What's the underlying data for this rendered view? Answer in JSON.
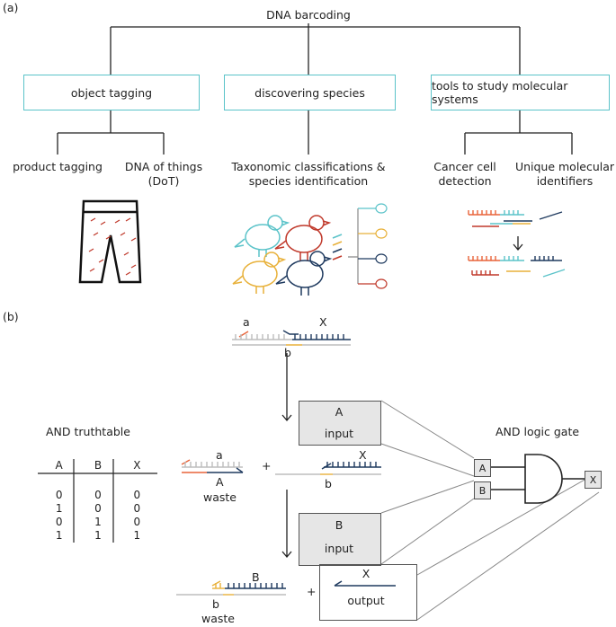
{
  "panel_a": {
    "label": "(a)",
    "root": "DNA barcoding",
    "categories": [
      "object tagging",
      "discovering species",
      "tools to study molecular systems"
    ],
    "leaves": {
      "product_tagging": "product tagging",
      "dna_of_things_1": "DNA of things",
      "dna_of_things_2": "(DoT)",
      "taxonomic_1": "Taxonomic classifications &",
      "taxonomic_2": "species identification",
      "cancer_1": "Cancer cell",
      "cancer_2": "detection",
      "umi_1": "Unique molecular",
      "umi_2": "identifiers"
    }
  },
  "panel_b": {
    "label": "(b)",
    "strand_a": "a",
    "strand_x": "X",
    "strand_b": "b",
    "input_a_label": "A",
    "input_a_sub": "input",
    "plus": "+",
    "waste_a": "a",
    "waste_A": "A",
    "waste_label": "waste",
    "mid_x": "X",
    "mid_b": "b",
    "input_b_label": "B",
    "input_b_sub": "input",
    "final_B": "B",
    "final_b": "b",
    "final_waste": "waste",
    "output_x": "X",
    "output_label": "output",
    "truth_title": "AND truthtable",
    "truth_headers": [
      "A",
      "B",
      "X"
    ],
    "truth_rows": [
      [
        "0",
        "0",
        "0"
      ],
      [
        "1",
        "0",
        "0"
      ],
      [
        "0",
        "1",
        "0"
      ],
      [
        "1",
        "1",
        "1"
      ]
    ],
    "gate_title": "AND logic gate",
    "gate_in_a": "A",
    "gate_in_b": "B",
    "gate_out": "X"
  },
  "colors": {
    "teal": "#5bc3c9",
    "red": "#c0392b",
    "orange": "#e8643a",
    "yellow": "#e8b13a",
    "navy": "#1f3a5f",
    "grey": "#bdbdbd"
  }
}
